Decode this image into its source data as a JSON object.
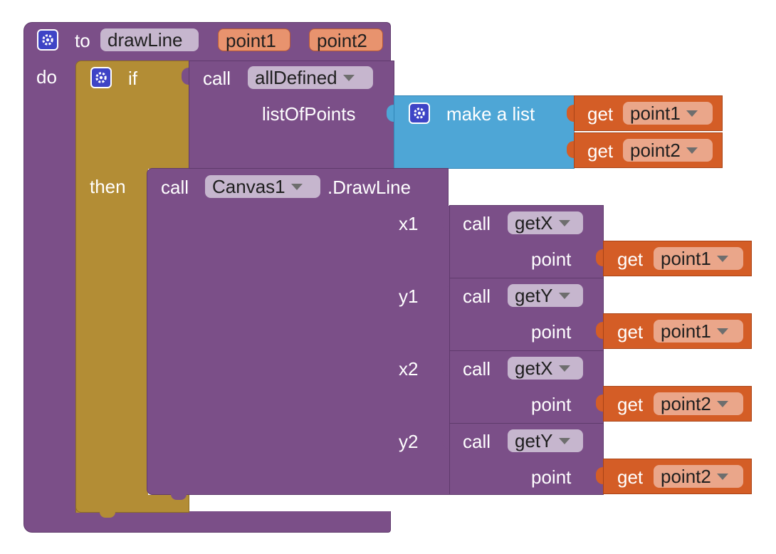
{
  "procedure": {
    "to_label": "to",
    "name": "drawLine",
    "params": [
      "point1",
      "point2"
    ],
    "do_label": "do"
  },
  "if_block": {
    "if_label": "if",
    "then_label": "then"
  },
  "condition": {
    "call_label": "call",
    "proc_name": "allDefined",
    "arg_label": "listOfPoints"
  },
  "make_list": {
    "label": "make a list",
    "items": [
      {
        "get_label": "get",
        "var": "point1"
      },
      {
        "get_label": "get",
        "var": "point2"
      }
    ]
  },
  "draw_call": {
    "call_label": "call",
    "component": "Canvas1",
    "method": ".DrawLine",
    "args": [
      {
        "name": "x1",
        "call_label": "call",
        "proc": "getX",
        "param": "point",
        "get_label": "get",
        "var": "point1"
      },
      {
        "name": "y1",
        "call_label": "call",
        "proc": "getY",
        "param": "point",
        "get_label": "get",
        "var": "point1"
      },
      {
        "name": "x2",
        "call_label": "call",
        "proc": "getX",
        "param": "point",
        "get_label": "get",
        "var": "point2"
      },
      {
        "name": "y2",
        "call_label": "call",
        "proc": "getY",
        "param": "point",
        "get_label": "get",
        "var": "point2"
      }
    ]
  },
  "colors": {
    "procedure": "#7b4f88",
    "control": "#b38d35",
    "list": "#4ea6d6",
    "variable": "#d45d26",
    "mutator_gear": "#3e44c6"
  },
  "icons": {
    "mutator": "gear-icon",
    "dropdown": "chevron-down-icon"
  }
}
